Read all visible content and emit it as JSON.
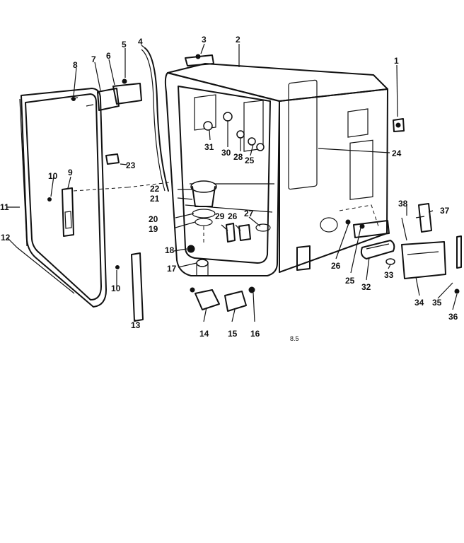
{
  "figure_code": "8.5",
  "callouts": [
    "1",
    "2",
    "3",
    "4",
    "5",
    "6",
    "7",
    "8",
    "9",
    "10",
    "10",
    "11",
    "12",
    "13",
    "14",
    "15",
    "16",
    "17",
    "18",
    "19",
    "20",
    "21",
    "22",
    "23",
    "24",
    "25",
    "25",
    "26",
    "26",
    "27",
    "28",
    "29",
    "30",
    "31",
    "32",
    "33",
    "34",
    "35",
    "36",
    "37",
    "38",
    "38"
  ]
}
